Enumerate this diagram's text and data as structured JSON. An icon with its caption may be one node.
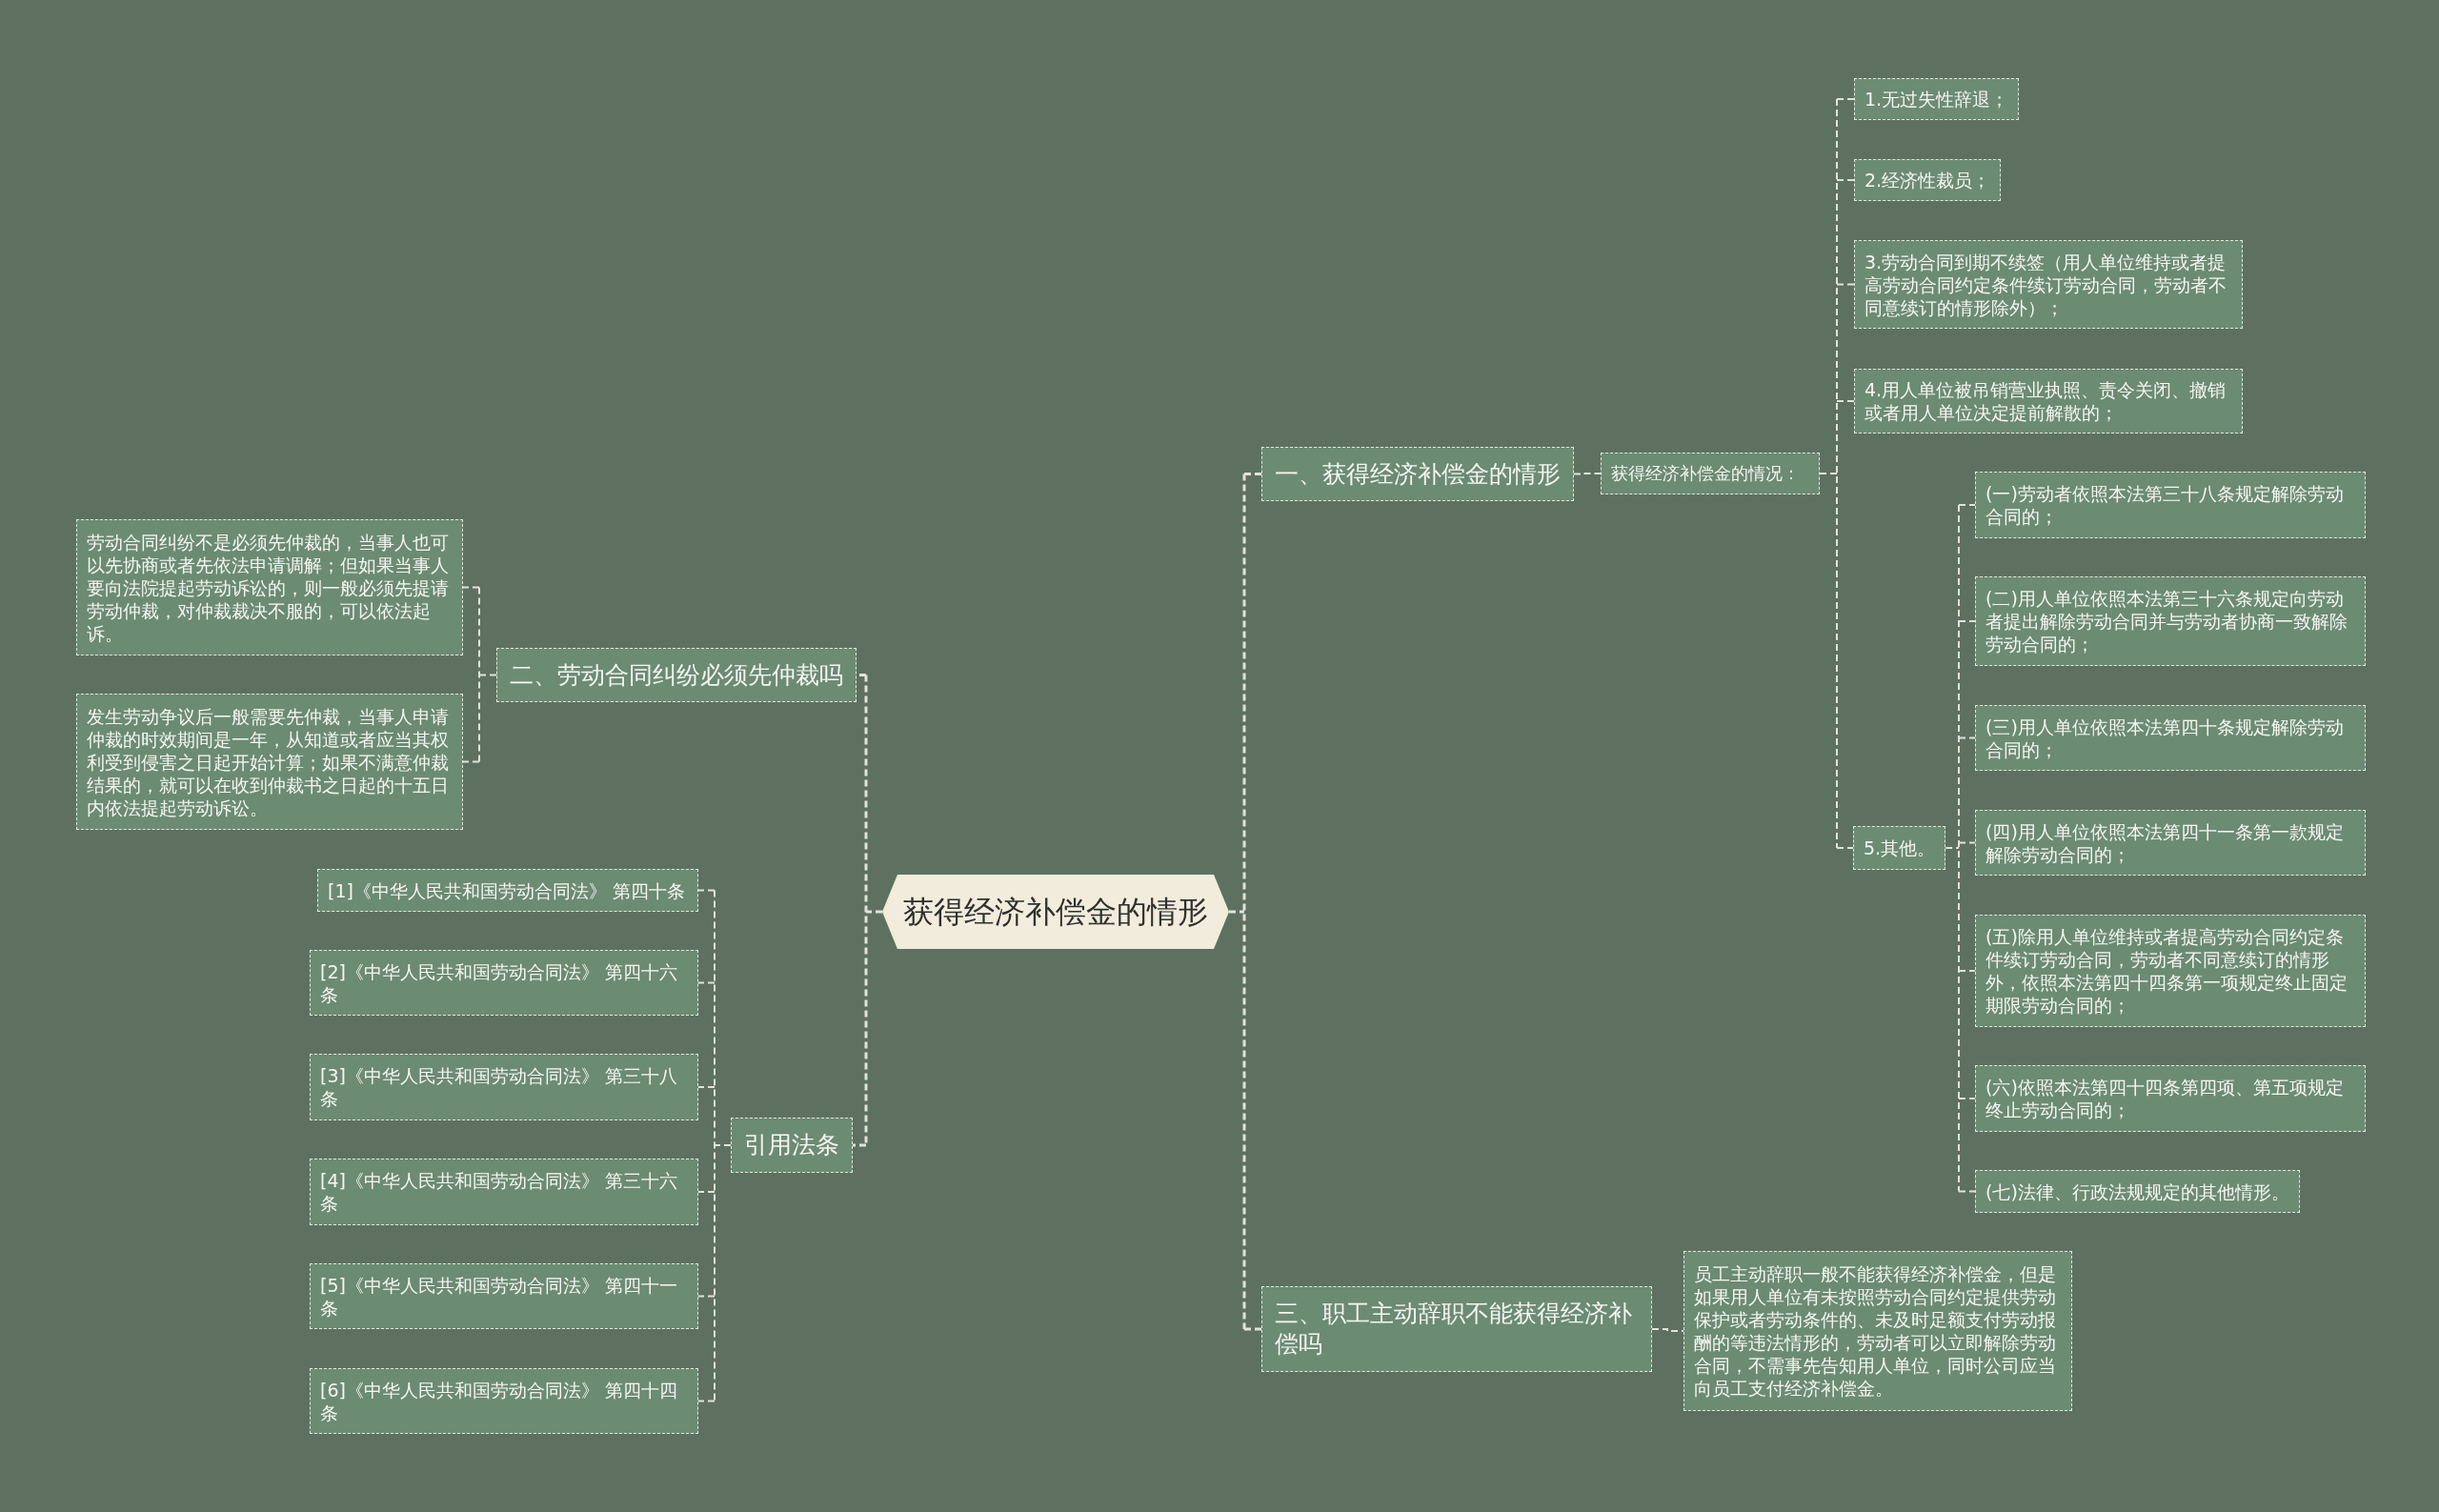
{
  "diagram": {
    "nodes": [
      {
        "text": [
          "获得经济补偿金的情形"
        ]
      },
      {
        "text": [
          "二、劳动合同纠纷必须先仲裁吗"
        ]
      },
      {
        "text": [
          "劳动合同纠纷不是必须先仲裁的，当事人也可以先协商或者先依法申请调解；但如果当事人要向法院提起劳动诉讼的，则一般必须先提请劳动仲裁，对仲裁裁决不服的，可以依法起诉。"
        ]
      },
      {
        "text": [
          "发生劳动争议后一般需要先仲裁，当事人申请仲裁的时效期间是一年，从知道或者应当其权利受到侵害之日起开始计算；如果不满意仲裁结果的，就可以在收到仲裁书之日起的十五日内依法提起劳动诉讼。"
        ]
      },
      {
        "text": [
          "引用法条"
        ]
      },
      {
        "text": [
          "[1]《中华人民共和国劳动合同法》 第四十条"
        ]
      },
      {
        "text": [
          "[2]《中华人民共和国劳动合同法》 第四十六条"
        ]
      },
      {
        "text": [
          "[3]《中华人民共和国劳动合同法》 第三十八条"
        ]
      },
      {
        "text": [
          "[4]《中华人民共和国劳动合同法》 第三十六条"
        ]
      },
      {
        "text": [
          "[5]《中华人民共和国劳动合同法》 第四十一条"
        ]
      },
      {
        "text": [
          "[6]《中华人民共和国劳动合同法》 第四十四条"
        ]
      },
      {
        "text": [
          "一、获得经济补偿金的情形"
        ]
      },
      {
        "text": [
          "获得经济补偿金的情况："
        ]
      },
      {
        "text": [
          "1.无过失性辞退；"
        ]
      },
      {
        "text": [
          "2.经济性裁员；"
        ]
      },
      {
        "text": [
          "3.劳动合同到期不续签（用人单位维持或者提高劳动合同约定条件续订劳动合同，劳动者不同意续订的情形除外）；"
        ]
      },
      {
        "text": [
          "4.用人单位被吊销营业执照、责令关闭、撤销或者用人单位决定提前解散的；"
        ]
      },
      {
        "text": [
          "5.其他。"
        ]
      },
      {
        "text": [
          "(一)劳动者依照本法第三十八条规定解除劳动合同的；"
        ]
      },
      {
        "text": [
          "(二)用人单位依照本法第三十六条规定向劳动者提出解除劳动合同并与劳动者协商一致解除劳动合同的；"
        ]
      },
      {
        "text": [
          "(三)用人单位依照本法第四十条规定解除劳动合同的；"
        ]
      },
      {
        "text": [
          "(四)用人单位依照本法第四十一条第一款规定解除劳动合同的；"
        ]
      },
      {
        "text": [
          "(五)除用人单位维持或者提高劳动合同约定条件续订劳动合同，劳动者不同意续订的情形外，依照本法第四十四条第一项规定终止固定期限劳动合同的；"
        ]
      },
      {
        "text": [
          "(六)依照本法第四十四条第四项、第五项规定终止劳动合同的；"
        ]
      },
      {
        "text": [
          "(七)法律、行政法规规定的其他情形。"
        ]
      },
      {
        "text": [
          "三、职工主动辞职不能获得经济补偿吗"
        ]
      },
      {
        "text": [
          "员工主动辞职一般不能获得经济补偿金，但是如果用人单位有未按照劳动合同约定提供劳动保护或者劳动条件的、未及时足额支付劳动报酬的等违法情形的，劳动者可以立即解除劳动合同，不需事先告知用人单位，同时公司应当向员工支付经济补偿金。"
        ]
      }
    ],
    "edges": [
      {
        "from": 0,
        "to": 1,
        "arrow": "none"
      },
      {
        "from": 1,
        "to": 2,
        "arrow": "none"
      },
      {
        "from": 1,
        "to": 3,
        "arrow": "none"
      },
      {
        "from": 0,
        "to": 4,
        "arrow": "none"
      },
      {
        "from": 4,
        "to": 5,
        "arrow": "none"
      },
      {
        "from": 4,
        "to": 6,
        "arrow": "none"
      },
      {
        "from": 4,
        "to": 7,
        "arrow": "none"
      },
      {
        "from": 4,
        "to": 8,
        "arrow": "none"
      },
      {
        "from": 4,
        "to": 9,
        "arrow": "none"
      },
      {
        "from": 4,
        "to": 10,
        "arrow": "none"
      },
      {
        "from": 0,
        "to": 11,
        "arrow": "none"
      },
      {
        "from": 11,
        "to": 12,
        "arrow": "none"
      },
      {
        "from": 12,
        "to": 13,
        "arrow": "none"
      },
      {
        "from": 12,
        "to": 14,
        "arrow": "none"
      },
      {
        "from": 12,
        "to": 15,
        "arrow": "none"
      },
      {
        "from": 12,
        "to": 16,
        "arrow": "none"
      },
      {
        "from": 12,
        "to": 17,
        "arrow": "none"
      },
      {
        "from": 17,
        "to": 18,
        "arrow": "none"
      },
      {
        "from": 17,
        "to": 19,
        "arrow": "none"
      },
      {
        "from": 17,
        "to": 20,
        "arrow": "none"
      },
      {
        "from": 17,
        "to": 21,
        "arrow": "none"
      },
      {
        "from": 17,
        "to": 22,
        "arrow": "none"
      },
      {
        "from": 17,
        "to": 23,
        "arrow": "none"
      },
      {
        "from": 17,
        "to": 24,
        "arrow": "none"
      },
      {
        "from": 0,
        "to": 25,
        "arrow": "none"
      },
      {
        "from": 25,
        "to": 26,
        "arrow": "none"
      }
    ]
  }
}
